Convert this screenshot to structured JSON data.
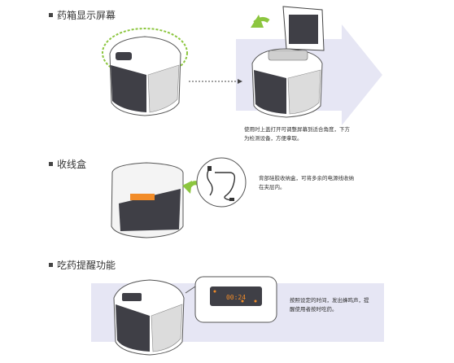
{
  "sections": [
    {
      "title": "药箱显示屏幕",
      "caption_line1": "使用时上盖打开可调整屏幕到适合角度，下方",
      "caption_line2": "为检测设备，方便拿取。"
    },
    {
      "title": "收线盒",
      "caption_line1": "背部硅胶收纳盒，可将多余的电源线收纳",
      "caption_line2": "在夹层内。"
    },
    {
      "title": "吃药提醒功能",
      "caption_line1": "按照设定的时间，发出蜂鸣声，提",
      "caption_line2": "醒使用者按时吃药。"
    }
  ],
  "device_display": "00:24",
  "colors": {
    "arrow_band": "#e6e6f4",
    "green_accent": "#8cc63f",
    "device_dark": "#3f3f46",
    "display_led": "#f28c28"
  }
}
